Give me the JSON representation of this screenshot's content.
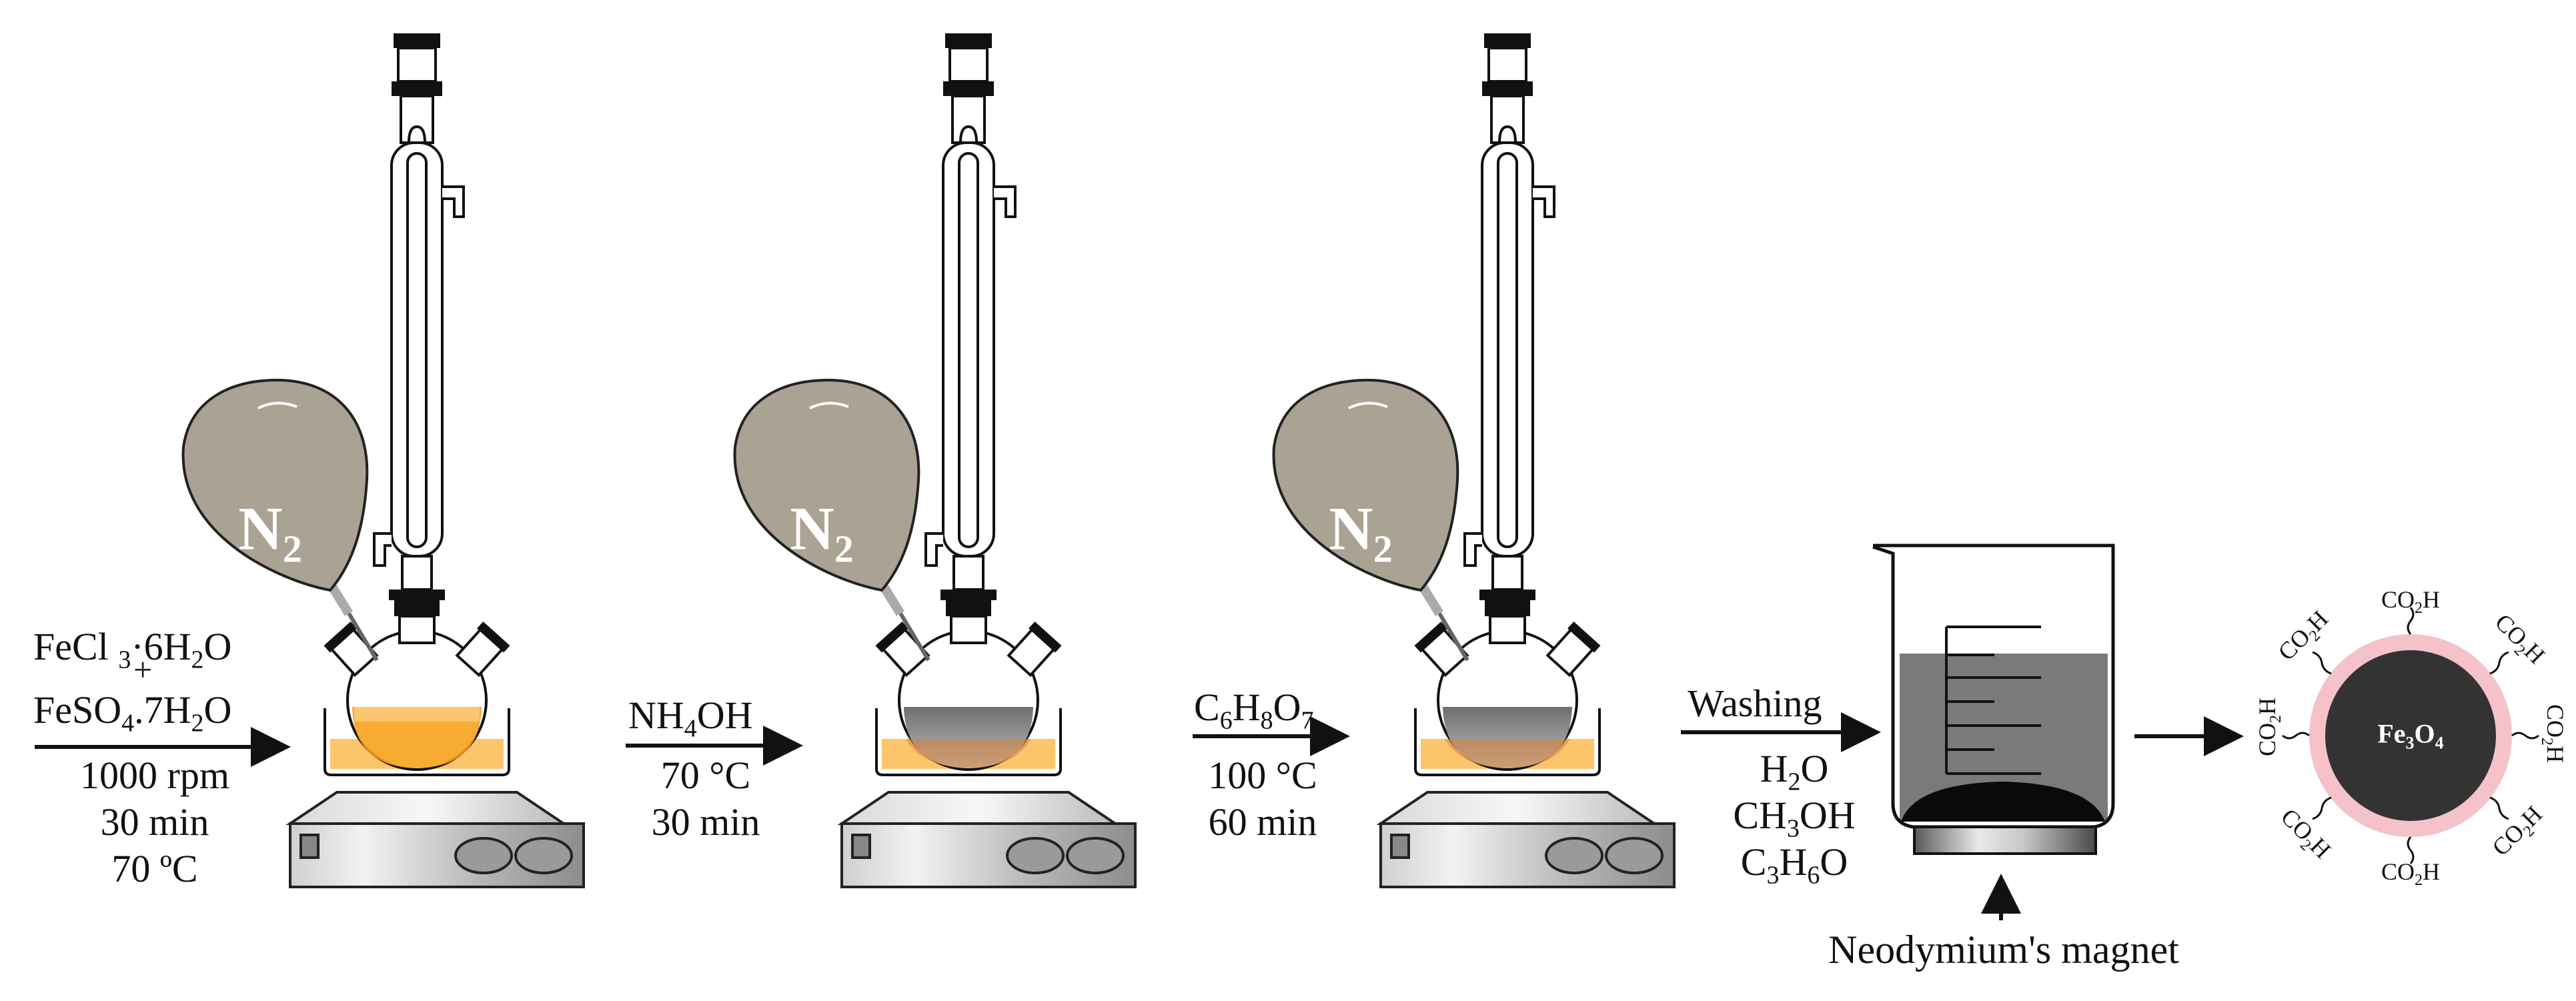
{
  "step1": {
    "reagent_line1": "FeCl",
    "reagent_line1_sub": "3",
    "reagent_line1_rest": "·6H",
    "reagent_line1_sub2": "2",
    "reagent_line1_end": "O",
    "plus": "+",
    "reagent_line2": "FeSO",
    "reagent_line2_sub": "4",
    "reagent_line2_rest": ".7H",
    "reagent_line2_sub2": "2",
    "reagent_line2_end": "O",
    "speed": "1000 rpm",
    "time": "30 min",
    "temp": "70 ºC"
  },
  "step2": {
    "reagent": "NH",
    "reagent_sub": "4",
    "reagent_end": "OH",
    "temp": "70 °C",
    "time": "30 min"
  },
  "step3": {
    "reagent": "C",
    "reagent_sub1": "6",
    "reagent_mid1": "H",
    "reagent_sub2": "8",
    "reagent_mid2": "O",
    "reagent_sub3": "7",
    "temp": "100 °C",
    "time": "60 min"
  },
  "step4": {
    "label": "Washing",
    "solvent1": "H",
    "solvent1_sub": "2",
    "solvent1_end": "O",
    "solvent2": "CH",
    "solvent2_sub": "3",
    "solvent2_end": "OH",
    "solvent3a": "C",
    "solvent3_sub1": "3",
    "solvent3b": "H",
    "solvent3_sub2": "6",
    "solvent3c": "O"
  },
  "balloon": {
    "text": "N",
    "sub": "2"
  },
  "magnet_label": "Neodymium's magnet",
  "particle": {
    "core": "Fe",
    "core_sub1": "3",
    "core_mid": "O",
    "core_sub2": "4",
    "ligand": "CO",
    "ligand_sub": "2",
    "ligand_end": "H"
  },
  "colors": {
    "balloon": "#aaa393",
    "orange_solution": "#f7a21b",
    "orange_bath": "#fcc46b",
    "gray_solution": "#8a8a8a",
    "brown_bath": "#d9843a",
    "magnet_fluid": "#7a7a7a",
    "shell": "#f4c2c8",
    "core": "#333333"
  }
}
